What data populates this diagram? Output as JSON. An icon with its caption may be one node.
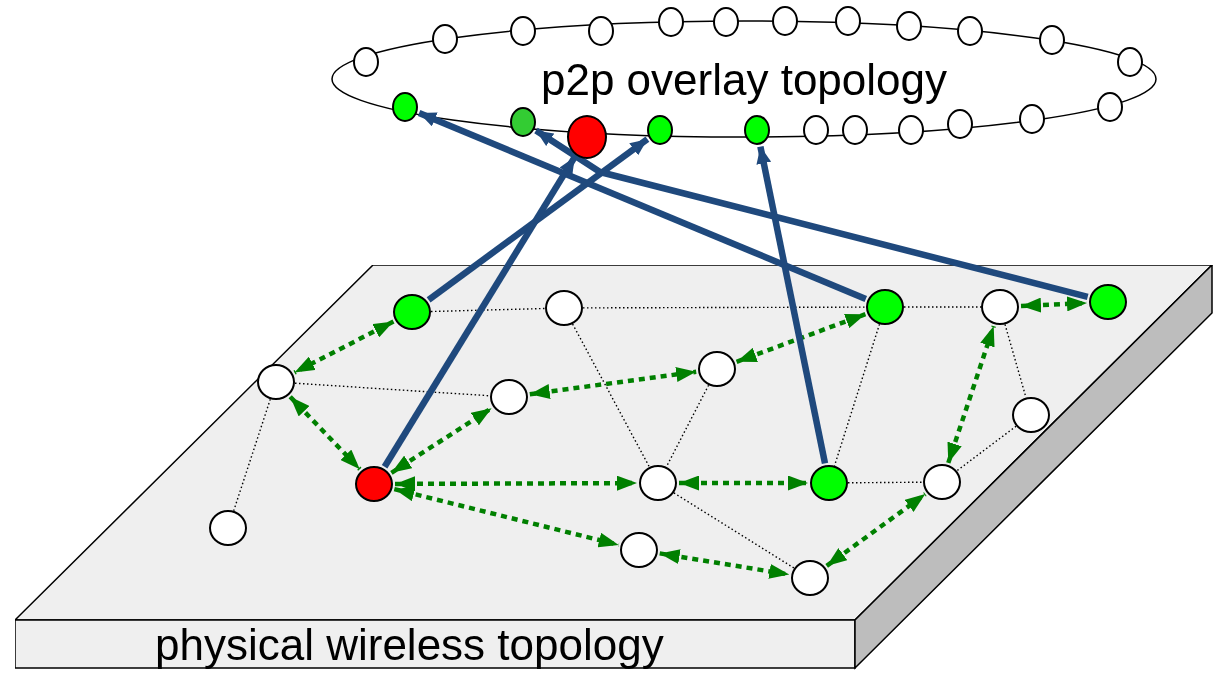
{
  "diagram": {
    "nodes": [
      {
        "text": [
          "p2p overlay topology"
        ]
      },
      {
        "text": [
          "physical wireless topology"
        ]
      },
      {
        "text": [],
        "shape": "circle",
        "in": 0
      },
      {
        "text": [],
        "shape": "circle",
        "in": 0
      },
      {
        "text": [],
        "shape": "circle",
        "in": 0
      },
      {
        "text": [],
        "shape": "circle",
        "in": 0
      },
      {
        "text": [],
        "shape": "circle",
        "in": 0
      },
      {
        "text": [],
        "shape": "circle",
        "in": 0
      },
      {
        "text": [],
        "shape": "circle",
        "in": 0
      },
      {
        "text": [],
        "shape": "circle",
        "in": 0
      },
      {
        "text": [],
        "shape": "circle",
        "in": 0
      },
      {
        "text": [],
        "shape": "circle",
        "in": 0
      },
      {
        "text": [],
        "shape": "circle",
        "in": 0
      },
      {
        "text": [],
        "shape": "circle",
        "in": 0
      },
      {
        "text": [],
        "shape": "circle",
        "in": 0
      },
      {
        "text": [],
        "shape": "circle",
        "in": 0
      },
      {
        "text": [],
        "shape": "circle",
        "in": 0
      },
      {
        "text": [],
        "shape": "circle",
        "in": 0
      },
      {
        "text": [],
        "shape": "circle",
        "in": 0
      },
      {
        "text": [],
        "shape": "circle",
        "in": 0
      },
      {
        "text": [],
        "shape": "circle",
        "in": 0
      },
      {
        "text": [],
        "shape": "circle",
        "in": 0
      },
      {
        "text": [],
        "shape": "circle",
        "in": 0
      },
      {
        "text": [],
        "shape": "circle",
        "in": 0
      },
      {
        "text": [],
        "shape": "circle",
        "in": 0
      },
      {
        "text": [],
        "shape": "circle",
        "in": 1
      },
      {
        "text": [],
        "shape": "circle",
        "in": 1
      },
      {
        "text": [],
        "shape": "circle",
        "in": 1
      },
      {
        "text": [],
        "shape": "circle",
        "in": 1
      },
      {
        "text": [],
        "shape": "circle",
        "in": 1
      },
      {
        "text": [],
        "shape": "circle",
        "in": 1
      },
      {
        "text": [],
        "shape": "circle",
        "in": 1
      },
      {
        "text": [],
        "shape": "circle",
        "in": 1
      },
      {
        "text": [],
        "shape": "circle",
        "in": 1
      },
      {
        "text": [],
        "shape": "circle",
        "in": 1
      },
      {
        "text": [],
        "shape": "circle",
        "in": 1
      },
      {
        "text": [],
        "shape": "circle",
        "in": 1
      },
      {
        "text": [],
        "shape": "circle",
        "in": 1
      },
      {
        "text": [],
        "shape": "circle",
        "in": 1
      },
      {
        "text": [],
        "shape": "circle",
        "in": 1
      },
      {
        "text": [],
        "shape": "circle",
        "in": 1
      }
    ],
    "edges": [
      {
        "from": 28,
        "to": 30,
        "arrow": "none",
        "style": "dashed"
      },
      {
        "from": 30,
        "to": 36,
        "arrow": "none",
        "style": "dashed"
      },
      {
        "from": 36,
        "to": 38,
        "arrow": "none",
        "style": "dashed"
      },
      {
        "from": 26,
        "to": 29,
        "arrow": "none",
        "style": "dashed"
      },
      {
        "from": 26,
        "to": 25,
        "arrow": "none",
        "style": "dashed"
      },
      {
        "from": 30,
        "to": 32,
        "arrow": "none",
        "style": "dashed"
      },
      {
        "from": 33,
        "to": 32,
        "arrow": "none",
        "style": "dashed"
      },
      {
        "from": 32,
        "to": 34,
        "arrow": "none",
        "style": "dashed"
      },
      {
        "from": 36,
        "to": 35,
        "arrow": "none",
        "style": "dashed"
      },
      {
        "from": 35,
        "to": 37,
        "arrow": "none",
        "style": "dashed"
      },
      {
        "from": 38,
        "to": 39,
        "arrow": "none",
        "style": "dashed"
      },
      {
        "from": 39,
        "to": 37,
        "arrow": "none",
        "style": "dashed"
      },
      {
        "from": 28,
        "to": 26,
        "arrow": "both",
        "style": "dashed",
        "color": "#008000"
      },
      {
        "from": 26,
        "to": 27,
        "arrow": "both",
        "style": "dashed",
        "color": "#008000"
      },
      {
        "from": 27,
        "to": 29,
        "arrow": "both",
        "style": "dashed",
        "color": "#008000"
      },
      {
        "from": 29,
        "to": 33,
        "arrow": "both",
        "style": "dashed",
        "color": "#008000"
      },
      {
        "from": 33,
        "to": 36,
        "arrow": "both",
        "style": "dashed",
        "color": "#008000"
      },
      {
        "from": 27,
        "to": 32,
        "arrow": "both",
        "style": "dashed",
        "color": "#008000"
      },
      {
        "from": 32,
        "to": 35,
        "arrow": "both",
        "style": "dashed",
        "color": "#008000"
      },
      {
        "from": 27,
        "to": 31,
        "arrow": "both",
        "style": "dashed",
        "color": "#008000"
      },
      {
        "from": 31,
        "to": 34,
        "arrow": "both",
        "style": "dashed",
        "color": "#008000"
      },
      {
        "from": 34,
        "to": 37,
        "arrow": "both",
        "style": "dashed",
        "color": "#008000"
      },
      {
        "from": 37,
        "to": 38,
        "arrow": "both",
        "style": "dashed",
        "color": "#008000"
      },
      {
        "from": 38,
        "to": 40,
        "arrow": "both",
        "style": "dashed",
        "color": "#008000"
      },
      {
        "from": 28,
        "to": 9,
        "arrow": "to",
        "color": "#1f497d"
      },
      {
        "from": 27,
        "to": 7,
        "arrow": "to",
        "color": "#1f497d"
      },
      {
        "from": 36,
        "to": 3,
        "arrow": "to",
        "color": "#1f497d"
      },
      {
        "from": 35,
        "to": 12,
        "arrow": "to",
        "color": "#1f497d"
      },
      {
        "from": 40,
        "to": 6,
        "arrow": "to",
        "color": "#1f497d"
      }
    ]
  }
}
